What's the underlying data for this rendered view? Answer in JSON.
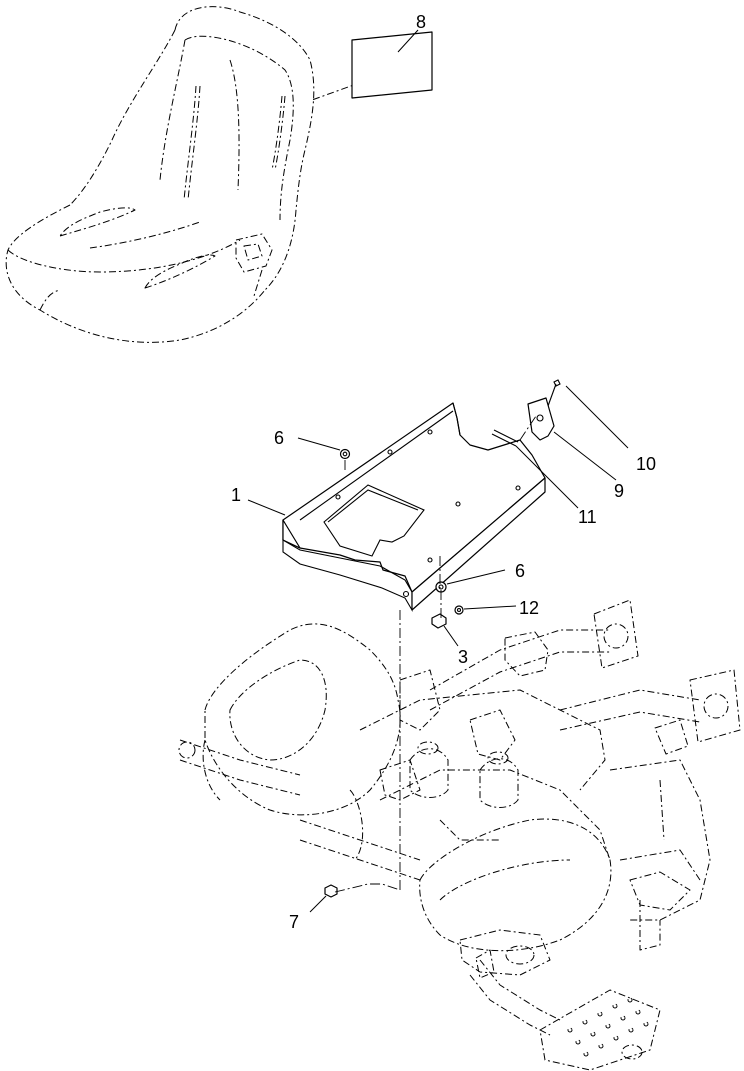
{
  "diagram": {
    "callouts": {
      "c1": "1",
      "c3": "3",
      "c6a": "6",
      "c6b": "6",
      "c7": "7",
      "c8": "8",
      "c9": "9",
      "c10": "10",
      "c11": "11",
      "c12": "12"
    }
  }
}
